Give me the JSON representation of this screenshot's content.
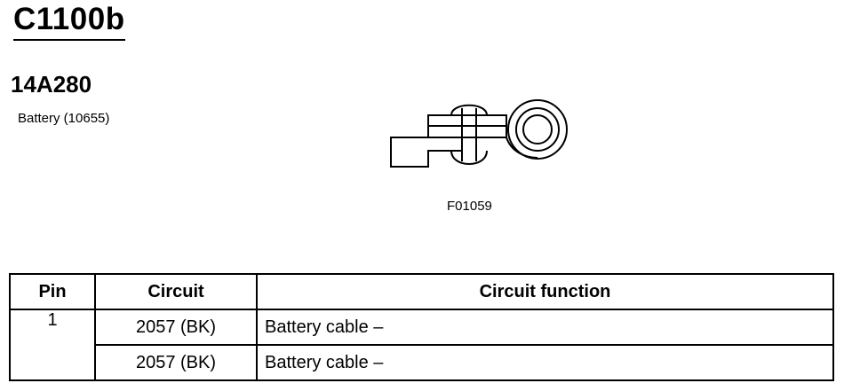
{
  "header": {
    "connector_id": "C1100b",
    "part_number": "14A280",
    "part_description": "Battery (10655)"
  },
  "diagram": {
    "figure_code": "F01059"
  },
  "table": {
    "headers": [
      "Pin",
      "Circuit",
      "Circuit function"
    ],
    "rows": [
      {
        "pin": "1",
        "circuit": "2057 (BK)",
        "function": "Battery cable –"
      },
      {
        "pin": "",
        "circuit": "2057 (BK)",
        "function": "Battery cable –"
      }
    ]
  }
}
